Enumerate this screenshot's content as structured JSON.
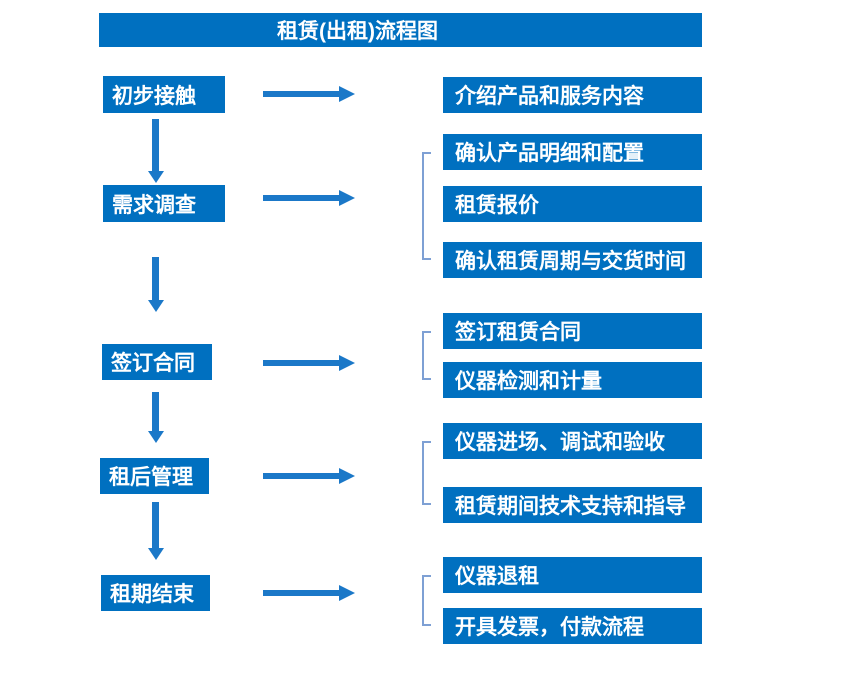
{
  "title": "租赁(出租)流程图",
  "colors": {
    "primary_blue": "#0070C0",
    "arrow_blue": "#1B78C8",
    "bracket_blue": "#7EA0D4",
    "box_text": "#FFFFFF"
  },
  "stages": [
    {
      "label": "初步接触",
      "outputs": [
        "介绍产品和服务内容"
      ]
    },
    {
      "label": "需求调查",
      "outputs": [
        "确认产品明细和配置",
        "租赁报价",
        "确认租赁周期与交货时间"
      ]
    },
    {
      "label": "签订合同",
      "outputs": [
        "签订租赁合同",
        "仪器检测和计量"
      ]
    },
    {
      "label": "租后管理",
      "outputs": [
        "仪器进场、调试和验收",
        "租赁期间技术支持和指导"
      ]
    },
    {
      "label": "租期结束",
      "outputs": [
        "仪器退租",
        "开具发票，付款流程"
      ]
    }
  ]
}
